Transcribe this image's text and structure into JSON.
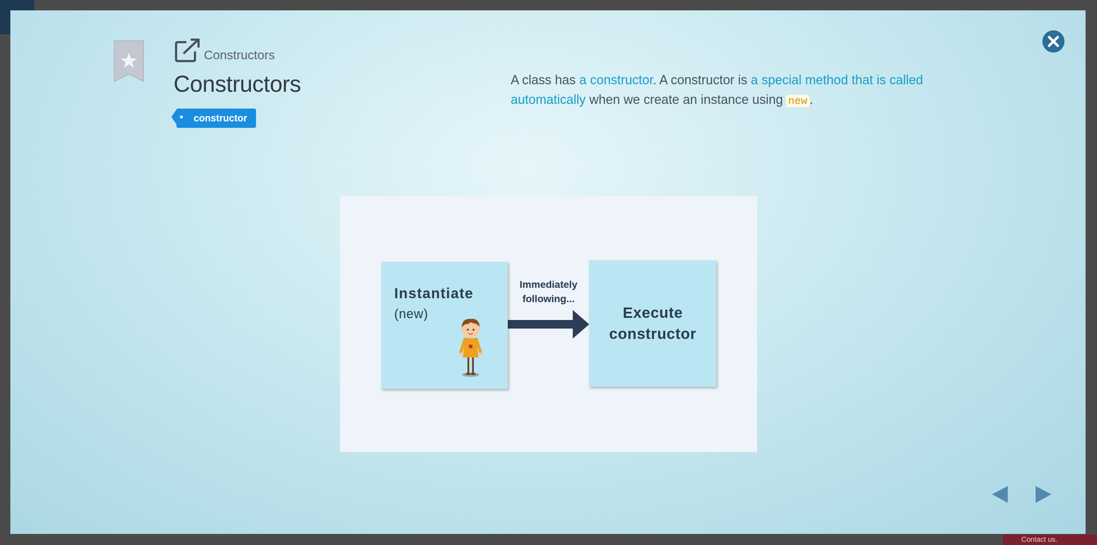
{
  "diagram": {
    "title": "Constructors",
    "nodes": [
      {
        "text": [
          "constructor"
        ]
      },
      {
        "text": [
          "Instantiate",
          "(new)"
        ]
      },
      {
        "text": [
          "Execute constructor"
        ]
      }
    ],
    "edges": [
      {
        "from": 1,
        "to": 2,
        "arrow": "to",
        "label": "Immediately following..."
      }
    ],
    "labels": [
      "Constructors",
      "A class has",
      "a constructor",
      ". A constructor is",
      "a special method that is called automatically",
      "when we create an instance using",
      "new",
      ".",
      "Contact us."
    ]
  }
}
